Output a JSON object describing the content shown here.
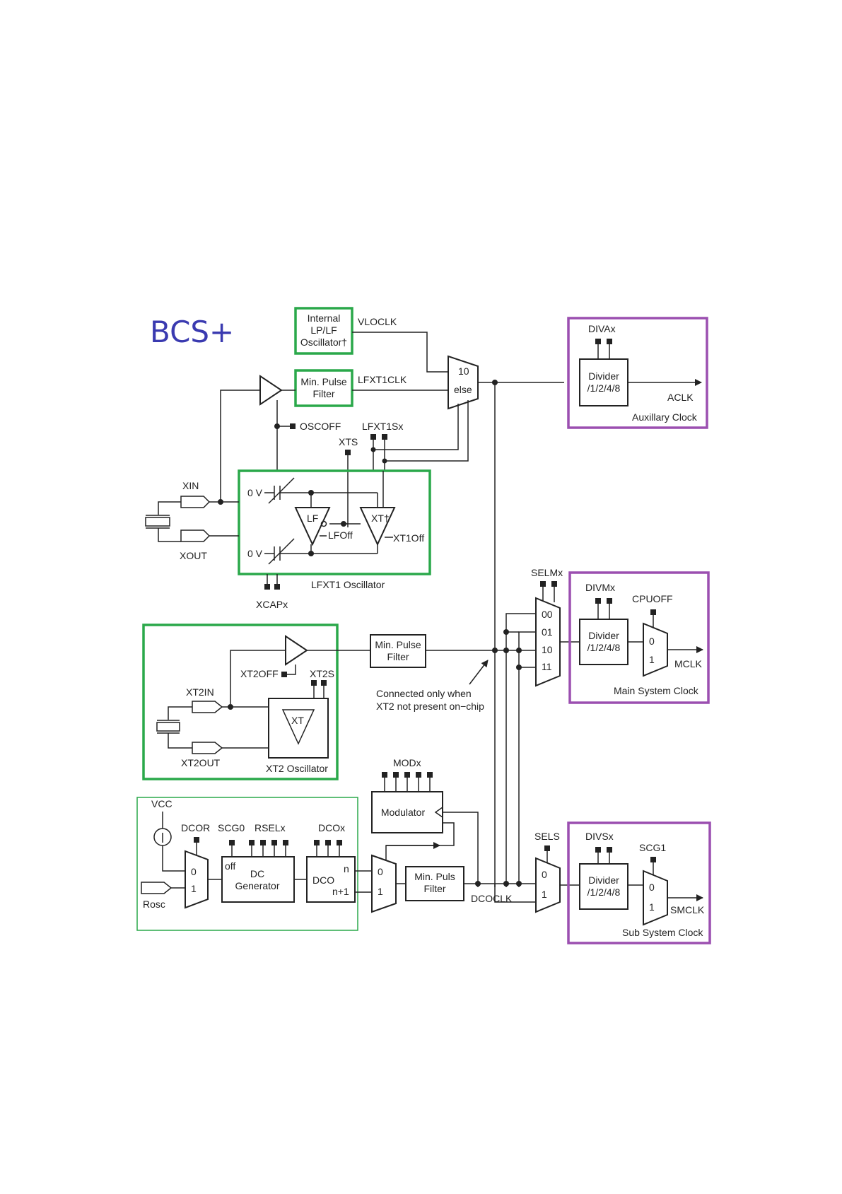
{
  "title": "BCS+",
  "vlo": {
    "label_l1": "Internal",
    "label_l2": "LP/LF",
    "label_l3": "Oscillator†",
    "signal": "VLOCLK"
  },
  "lfxt1": {
    "filter_l1": "Min. Pulse",
    "filter_l2": "Filter",
    "signal": "LFXT1CLK",
    "oscoff": "OSCOFF",
    "sel": "LFXT1Sx",
    "xts": "XTS",
    "xin": "XIN",
    "xout": "XOUT",
    "zero_v_top": "0 V",
    "zero_v_bottom": "0 V",
    "lf": "LF",
    "xt": "XT†",
    "lfoff": "LFOff",
    "xt1off": "XT1Off",
    "caption": "LFXT1 Oscillator",
    "xcap": "XCAPx"
  },
  "aclk_mux": {
    "in_10": "10",
    "in_else": "else"
  },
  "aux": {
    "div_sel": "DIVAx",
    "div_l1": "Divider",
    "div_l2": "/1/2/4/8",
    "out": "ACLK",
    "caption": "Auxillary Clock"
  },
  "xt2": {
    "off": "XT2OFF",
    "sel": "XT2S",
    "in": "XT2IN",
    "out": "XT2OUT",
    "xt": "XT",
    "caption": "XT2 Oscillator",
    "filter_l1": "Min. Pulse",
    "filter_l2": "Filter",
    "note_l1": "Connected only when",
    "note_l2": "XT2 not present on−chip"
  },
  "main": {
    "sel": "SELMx",
    "in_00": "00",
    "in_01": "01",
    "in_10": "10",
    "in_11": "11",
    "div_sel": "DIVMx",
    "cpuoff": "CPUOFF",
    "div_l1": "Divider",
    "div_l2": "/1/2/4/8",
    "mux_0": "0",
    "mux_1": "1",
    "out": "MCLK",
    "caption": "Main System Clock"
  },
  "dco": {
    "vcc": "VCC",
    "dcor": "DCOR",
    "scg0": "SCG0",
    "rsel": "RSELx",
    "dcox": "DCOx",
    "rosc": "Rosc",
    "mux_0": "0",
    "mux_1": "1",
    "off": "off",
    "gen_l1": "DC",
    "gen_l2": "Generator",
    "dco": "DCO",
    "n": "n",
    "n1": "n+1",
    "modx": "MODx",
    "modulator": "Modulator",
    "mux2_0": "0",
    "mux2_1": "1",
    "filter_l1": "Min. Puls",
    "filter_l2": "Filter",
    "signal": "DCOCLK"
  },
  "sub": {
    "sel": "SELS",
    "mux_0": "0",
    "mux_1": "1",
    "div_sel": "DIVSx",
    "scg1": "SCG1",
    "div_l1": "Divider",
    "div_l2": "/1/2/4/8",
    "mux2_0": "0",
    "mux2_1": "1",
    "out": "SMCLK",
    "caption": "Sub System Clock"
  },
  "colors": {
    "oscillator_highlight": "#2aa84a",
    "clock_output_highlight": "#9b4fb0",
    "title": "#3a3ab0"
  }
}
